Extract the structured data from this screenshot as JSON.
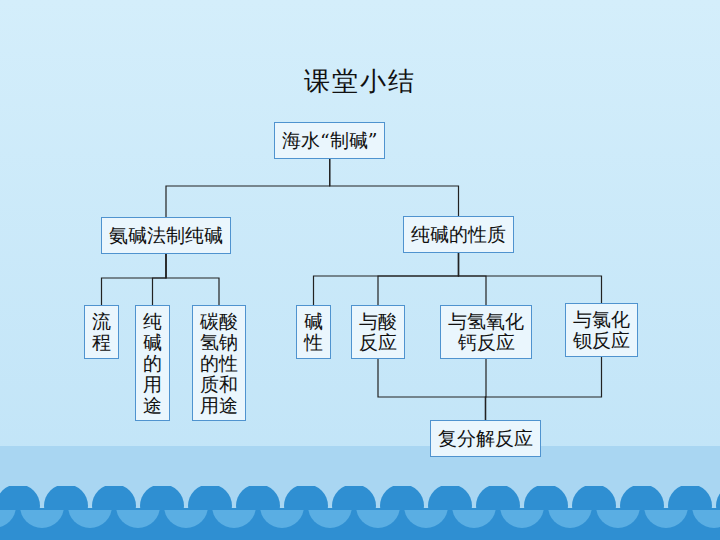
{
  "diagram": {
    "title": "课堂小结",
    "nodes": [
      {
        "text": [
          "海水“制碱”"
        ]
      },
      {
        "text": [
          "氨碱法制纯碱"
        ]
      },
      {
        "text": [
          "纯碱的性质"
        ]
      },
      {
        "text": [
          "流程"
        ]
      },
      {
        "text": [
          "纯碱的用途"
        ]
      },
      {
        "text": [
          "碳酸氢钠的性质和用途"
        ]
      },
      {
        "text": [
          "碱性"
        ]
      },
      {
        "text": [
          "与酸反应"
        ]
      },
      {
        "text": [
          "与氢氧化钙反应"
        ]
      },
      {
        "text": [
          "与氯化钡反应"
        ]
      },
      {
        "text": [
          "复分解反应"
        ]
      }
    ],
    "edges": [
      {
        "from": 0,
        "to": 1,
        "arrow": "none"
      },
      {
        "from": 0,
        "to": 2,
        "arrow": "none"
      },
      {
        "from": 1,
        "to": 3,
        "arrow": "none"
      },
      {
        "from": 1,
        "to": 4,
        "arrow": "none"
      },
      {
        "from": 1,
        "to": 5,
        "arrow": "none"
      },
      {
        "from": 2,
        "to": 6,
        "arrow": "none"
      },
      {
        "from": 2,
        "to": 7,
        "arrow": "none"
      },
      {
        "from": 2,
        "to": 8,
        "arrow": "none"
      },
      {
        "from": 2,
        "to": 9,
        "arrow": "none"
      },
      {
        "from": 7,
        "to": 10,
        "arrow": "none"
      },
      {
        "from": 8,
        "to": 10,
        "arrow": "none"
      },
      {
        "from": 9,
        "to": 10,
        "arrow": "none"
      }
    ]
  }
}
